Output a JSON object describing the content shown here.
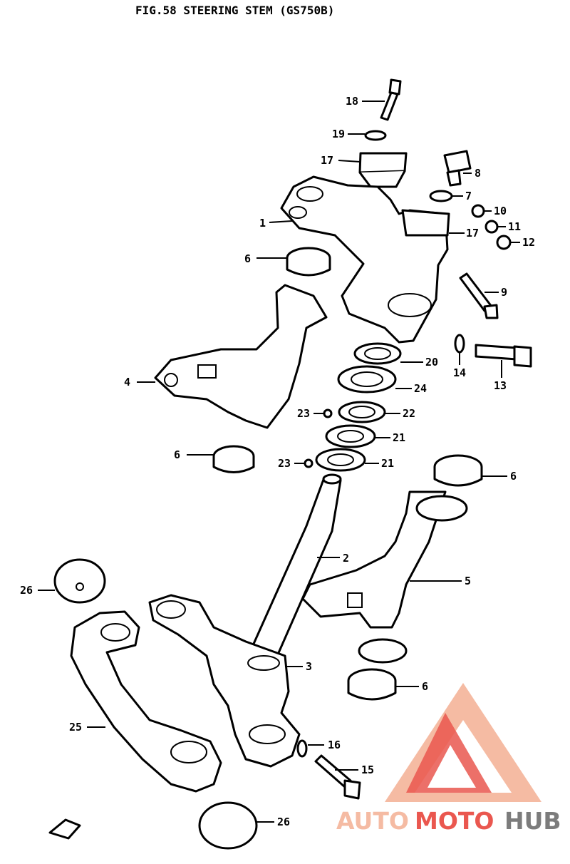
{
  "title": "FIG.58  STEERING STEM (GS750B)",
  "callouts": [
    {
      "id": "c18",
      "text": "18"
    },
    {
      "id": "c19",
      "text": "19"
    },
    {
      "id": "c17a",
      "text": "17"
    },
    {
      "id": "c8",
      "text": "8"
    },
    {
      "id": "c7",
      "text": "7"
    },
    {
      "id": "c10",
      "text": "10"
    },
    {
      "id": "c1",
      "text": "1"
    },
    {
      "id": "c11",
      "text": "11"
    },
    {
      "id": "c17b",
      "text": "17"
    },
    {
      "id": "c12",
      "text": "12"
    },
    {
      "id": "c6a",
      "text": "6"
    },
    {
      "id": "c9",
      "text": "9"
    },
    {
      "id": "c4",
      "text": "4"
    },
    {
      "id": "c20",
      "text": "20"
    },
    {
      "id": "c14",
      "text": "14"
    },
    {
      "id": "c13",
      "text": "13"
    },
    {
      "id": "c24",
      "text": "24"
    },
    {
      "id": "c23a",
      "text": "23"
    },
    {
      "id": "c22",
      "text": "22"
    },
    {
      "id": "c21a",
      "text": "21"
    },
    {
      "id": "c6b",
      "text": "6"
    },
    {
      "id": "c23b",
      "text": "23"
    },
    {
      "id": "c21b",
      "text": "21"
    },
    {
      "id": "c6c",
      "text": "6"
    },
    {
      "id": "c2",
      "text": "2"
    },
    {
      "id": "c5",
      "text": "5"
    },
    {
      "id": "c26a",
      "text": "26"
    },
    {
      "id": "c3",
      "text": "3"
    },
    {
      "id": "c6d",
      "text": "6"
    },
    {
      "id": "c25",
      "text": "25"
    },
    {
      "id": "c16",
      "text": "16"
    },
    {
      "id": "c15",
      "text": "15"
    },
    {
      "id": "c26b",
      "text": "26"
    }
  ],
  "watermark": {
    "part1": "AUTO",
    "part2": "MOTO",
    "part3": "HUB",
    "color_light": "#f4b49a",
    "color_red": "#e8453c",
    "color_gray": "#6e6e6e"
  }
}
